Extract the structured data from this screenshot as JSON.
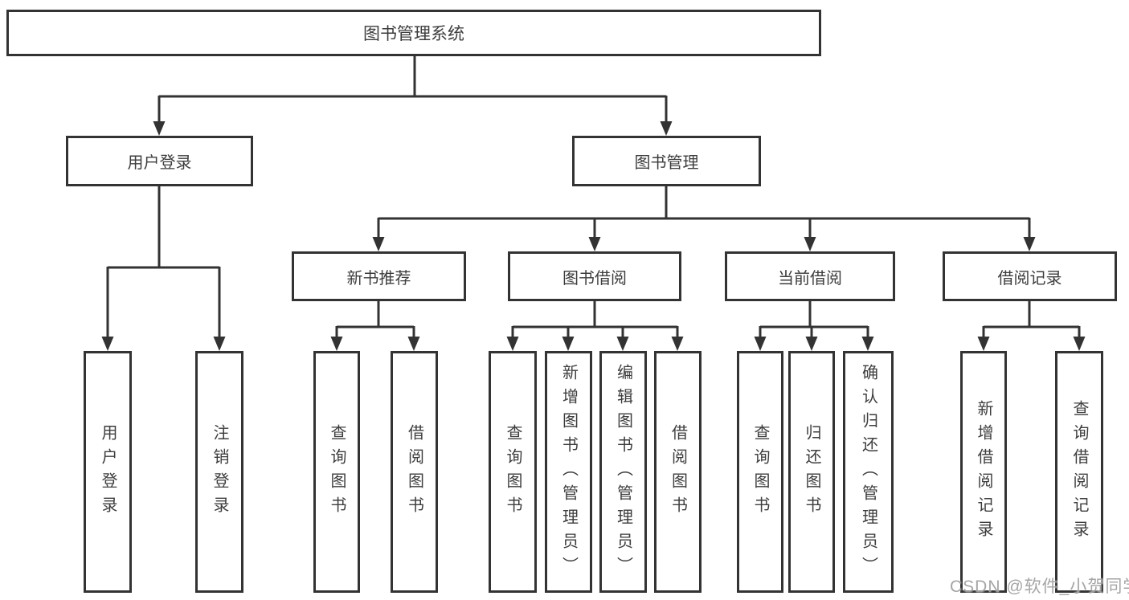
{
  "tree": {
    "label": "图书管理系统",
    "children": [
      {
        "label": "用户登录",
        "children": [
          {
            "label": "用户登录"
          },
          {
            "label": "注销登录"
          }
        ]
      },
      {
        "label": "图书管理",
        "children": [
          {
            "label": "新书推荐",
            "children": [
              {
                "label": "查询图书"
              },
              {
                "label": "借阅图书"
              }
            ]
          },
          {
            "label": "图书借阅",
            "children": [
              {
                "label": "查询图书"
              },
              {
                "label": "新增图书（管理员）"
              },
              {
                "label": "编辑图书（管理员）"
              },
              {
                "label": "借阅图书"
              }
            ]
          },
          {
            "label": "当前借阅",
            "children": [
              {
                "label": "查询图书"
              },
              {
                "label": "归还图书"
              },
              {
                "label": "确认归还（管理员）"
              }
            ]
          },
          {
            "label": "借阅记录",
            "children": [
              {
                "label": "新增借阅记录"
              },
              {
                "label": "查询借阅记录"
              }
            ]
          }
        ]
      }
    ]
  },
  "watermark": {
    "text": "CSDN @软件_小贺同学"
  },
  "colors": {
    "line": "#333333",
    "text": "#3d3d3d",
    "box_background": "#ffffff",
    "watermark": "#9b9b9b"
  }
}
